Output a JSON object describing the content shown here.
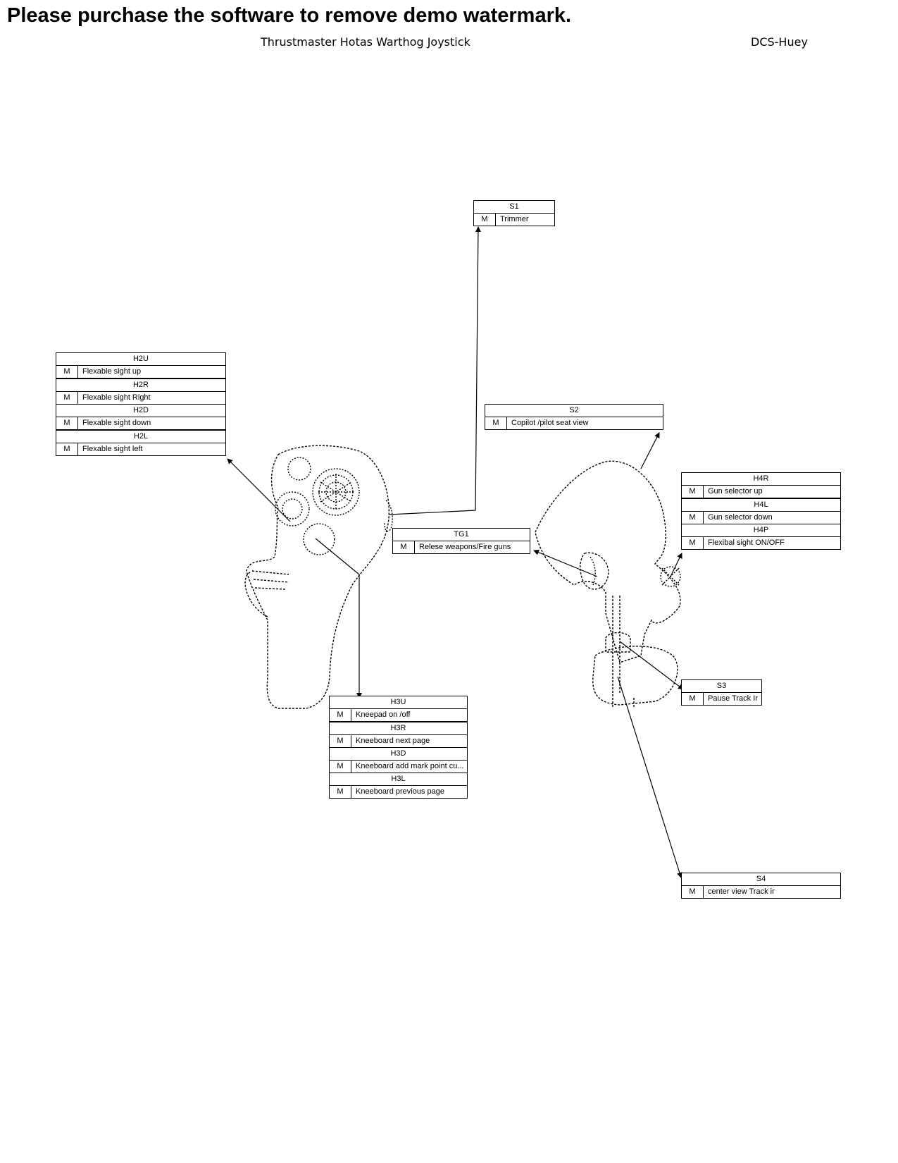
{
  "watermark": "Please purchase the software to remove demo watermark.",
  "device_title": "Thrustmaster Hotas Warthog Joystick",
  "profile_title": "DCS-Huey",
  "boxes": {
    "s1": {
      "bindings": [
        {
          "button": "S1",
          "modifier": "M",
          "action": "Trimmer"
        }
      ]
    },
    "h2": {
      "bindings": [
        {
          "button": "H2U",
          "modifier": "M",
          "action": "Flexable sight up"
        },
        {
          "button": "H2R",
          "modifier": "M",
          "action": "Flexable sight Right"
        },
        {
          "button": "H2D",
          "modifier": "M",
          "action": "Flexable sight down"
        },
        {
          "button": "H2L",
          "modifier": "M",
          "action": "Flexable sight left"
        }
      ]
    },
    "s2": {
      "bindings": [
        {
          "button": "S2",
          "modifier": "M",
          "action": "Copilot /pilot seat view"
        }
      ]
    },
    "h4": {
      "bindings": [
        {
          "button": "H4R",
          "modifier": "M",
          "action": "Gun selector up"
        },
        {
          "button": "H4L",
          "modifier": "M",
          "action": "Gun selector down"
        },
        {
          "button": "H4P",
          "modifier": "M",
          "action": "Flexibal sight ON/OFF"
        }
      ]
    },
    "tg1": {
      "bindings": [
        {
          "button": "TG1",
          "modifier": "M",
          "action": "Relese weapons/Fire guns"
        }
      ]
    },
    "s3": {
      "bindings": [
        {
          "button": "S3",
          "modifier": "M",
          "action": "Pause Track Ir"
        }
      ]
    },
    "h3": {
      "bindings": [
        {
          "button": "H3U",
          "modifier": "M",
          "action": "Kneepad on /off"
        },
        {
          "button": "H3R",
          "modifier": "M",
          "action": "Kneeboard next page"
        },
        {
          "button": "H3D",
          "modifier": "M",
          "action": "Kneeboard add mark point cu..."
        },
        {
          "button": "H3L",
          "modifier": "M",
          "action": "Kneeboard previous page"
        }
      ]
    },
    "s4": {
      "bindings": [
        {
          "button": "S4",
          "modifier": "M",
          "action": "center view Track ir"
        }
      ]
    }
  }
}
